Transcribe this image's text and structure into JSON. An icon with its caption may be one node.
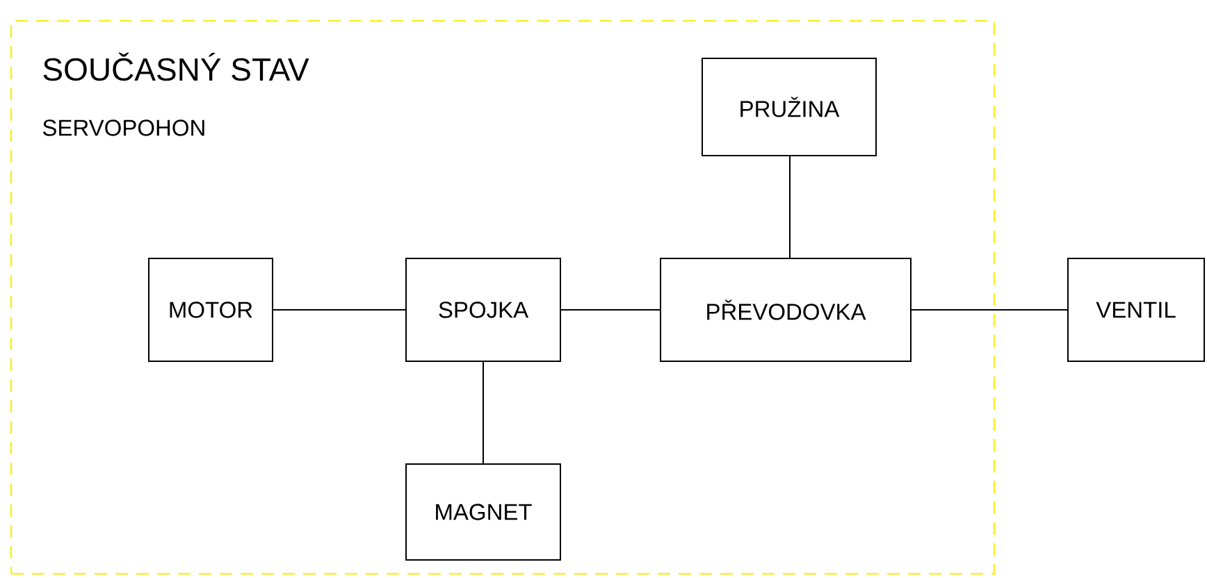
{
  "diagram": {
    "nodes": [
      {
        "text": [
          "SOUČASNÝ STAV",
          "SERVOPOHON"
        ]
      },
      {
        "text": [
          "PRUŽINA"
        ],
        "in": 0
      },
      {
        "text": [
          "MOTOR"
        ],
        "in": 0
      },
      {
        "text": [
          "SPOJKA"
        ],
        "in": 0
      },
      {
        "text": [
          "PŘEVODOVKA"
        ],
        "in": 0
      },
      {
        "text": [
          "VENTIL"
        ]
      },
      {
        "text": [
          "MAGNET"
        ],
        "in": 0
      }
    ],
    "edges": [
      {
        "from": 2,
        "to": 3,
        "arrow": "none"
      },
      {
        "from": 3,
        "to": 4,
        "arrow": "none"
      },
      {
        "from": 1,
        "to": 4,
        "arrow": "none"
      },
      {
        "from": 4,
        "to": 5,
        "arrow": "none"
      },
      {
        "from": 3,
        "to": 6,
        "arrow": "none"
      }
    ]
  }
}
